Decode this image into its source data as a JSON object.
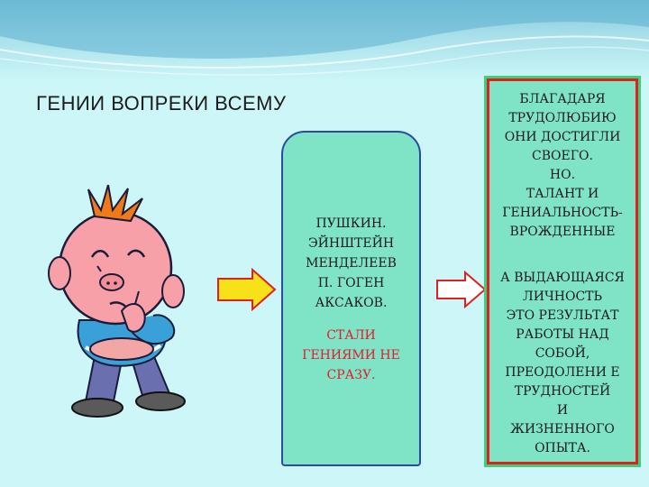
{
  "title": "ГЕНИИ  ВОПРЕКИ  ВСЕМУ",
  "center": {
    "names": [
      "ПУШКИН.",
      "ЭЙНШТЕЙН",
      "МЕНДЕЛЕЕВ",
      "П. ГОГЕН",
      "АКСАКОВ."
    ],
    "result": [
      "СТАЛИ",
      "ГЕНИЯМИ НЕ",
      "СРАЗУ."
    ]
  },
  "right": {
    "part1": [
      "БЛАГАДАРЯ",
      "ТРУДОЛЮБИЮ",
      "ОНИ ДОСТИГЛИ",
      "СВОЕГО.",
      "НО.",
      "ТАЛАНТ И",
      "ГЕНИАЛЬНОСТЬ-",
      "ВРОЖДЕННЫЕ"
    ],
    "part2": [
      "А ВЫДАЮЩАЯСЯ",
      "ЛИЧНОСТЬ",
      "ЭТО РЕЗУЛЬТАТ",
      "РАБОТЫ НАД",
      "СОБОЙ,",
      "ПРЕОДОЛЕНИ Е",
      "ТРУДНОСТЕЙ",
      "И",
      "ЖИЗНЕННОГО",
      "ОПЫТА."
    ]
  },
  "colors": {
    "background": "#ccf6f7",
    "box_fill": "#7fe3c6",
    "arrow1_fill": "#f7e21a",
    "arrow2_fill": "#ffffff",
    "arrow_border": "#e02020",
    "highlight_text": "#e8192c"
  }
}
